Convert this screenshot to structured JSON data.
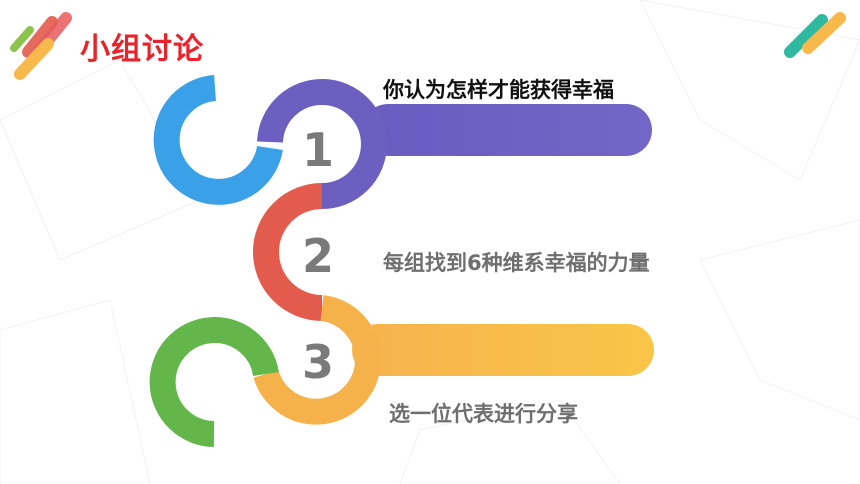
{
  "title": "小组讨论",
  "steps": [
    {
      "number": "1",
      "text": "你认为怎样才能获得幸福",
      "color": "#6c5fc0"
    },
    {
      "number": "2",
      "text": "每组找到6种维系幸福的力量",
      "color": "#e25b4c"
    },
    {
      "number": "3",
      "text": "选一位代表进行分享",
      "color": "#f5b14a"
    }
  ],
  "colors": {
    "blue": "#3aa0e8",
    "purple": "#6c5fc0",
    "red": "#e25b4c",
    "yellow": "#f5b14a",
    "green": "#62b64a",
    "title": "#e8242b"
  }
}
